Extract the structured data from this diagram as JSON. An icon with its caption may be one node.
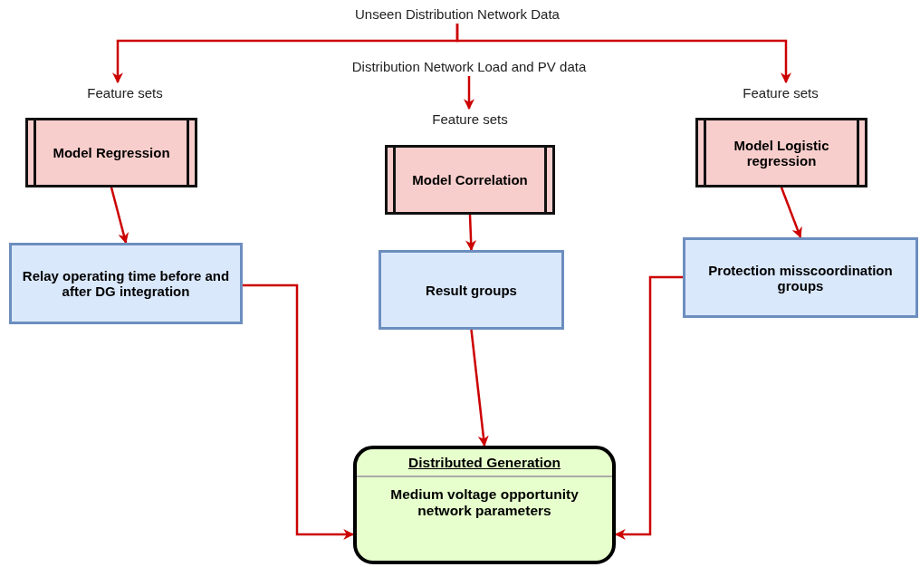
{
  "diagram": {
    "nodes": [
      {
        "text": [
          "Unseen Distribution Network Data"
        ]
      },
      {
        "text": [
          "Feature sets"
        ]
      },
      {
        "text": [
          "Distribution Network Load and PV data"
        ]
      },
      {
        "text": [
          "Feature sets"
        ]
      },
      {
        "text": [
          "Feature sets"
        ]
      },
      {
        "text": [
          "Model Regression"
        ]
      },
      {
        "text": [
          "Model Correlation"
        ]
      },
      {
        "text": [
          "Model Logistic regression"
        ]
      },
      {
        "text": [
          "Relay operating time before and after DG integration"
        ]
      },
      {
        "text": [
          "Result groups"
        ]
      },
      {
        "text": [
          "Protection misscoordination groups"
        ]
      },
      {
        "text": [
          "Distributed Generation",
          "Medium voltage opportunity network parameters"
        ]
      }
    ],
    "edges": [
      {
        "from": 0,
        "to": 1,
        "arrow": "to"
      },
      {
        "from": 0,
        "to": 4,
        "arrow": "to"
      },
      {
        "from": 2,
        "to": 3,
        "arrow": "to"
      },
      {
        "from": 5,
        "to": 8,
        "arrow": "to"
      },
      {
        "from": 6,
        "to": 9,
        "arrow": "to"
      },
      {
        "from": 7,
        "to": 10,
        "arrow": "to"
      },
      {
        "from": 8,
        "to": 11,
        "arrow": "to"
      },
      {
        "from": 9,
        "to": 11,
        "arrow": "to"
      },
      {
        "from": 10,
        "to": 11,
        "arrow": "to"
      }
    ]
  }
}
